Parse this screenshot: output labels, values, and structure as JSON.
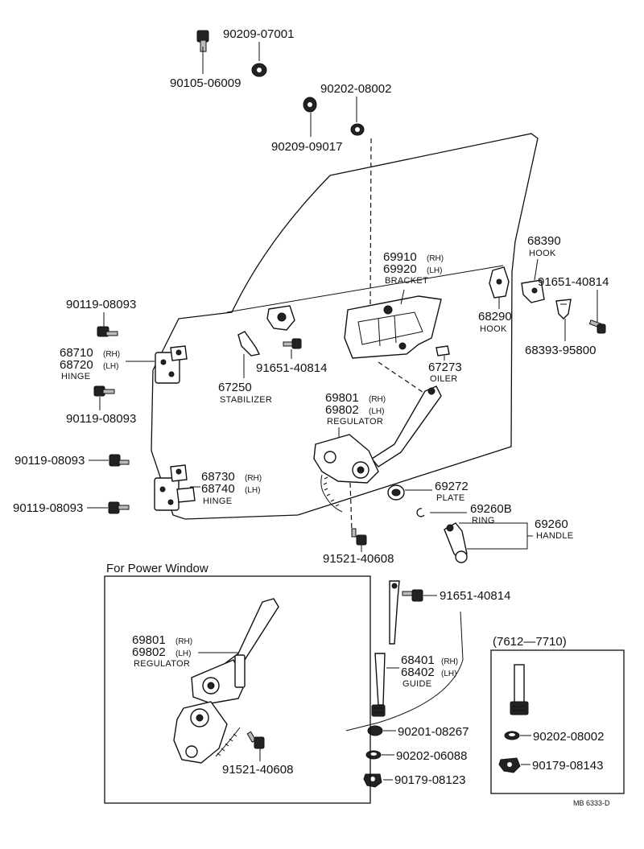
{
  "callouts": {
    "p90209_07001": "90209-07001",
    "p90105_06009": "90105-06009",
    "p90202_08002_top": "90202-08002",
    "p90209_09017": "90209-09017",
    "bracket": {
      "rh": "69910",
      "rh_sfx": "(RH)",
      "lh": "69920",
      "lh_sfx": "(LH)",
      "caption": "BRACKET"
    },
    "hook_top": {
      "num": "68390",
      "caption": "HOOK"
    },
    "p91651_40814_right": "91651-40814",
    "hook_mid": {
      "num": "68290",
      "caption": "HOOK"
    },
    "p68393_95800": "68393-95800",
    "p90119_08093_a": "90119-08093",
    "hinge_upper": {
      "rh": "68710",
      "rh_sfx": "(RH)",
      "lh": "68720",
      "lh_sfx": "(LH)",
      "caption": "HINGE"
    },
    "p91651_40814_mid": "91651-40814",
    "oiler": {
      "num": "67273",
      "caption": "OILER"
    },
    "stabilizer": {
      "num": "67250",
      "caption": "STABILIZER"
    },
    "p90119_08093_b": "90119-08093",
    "regulator": {
      "rh": "69801",
      "rh_sfx": "(RH)",
      "lh": "69802",
      "lh_sfx": "(LH)",
      "caption": "REGULATOR"
    },
    "p90119_08093_c": "90119-08093",
    "hinge_lower": {
      "rh": "68730",
      "rh_sfx": "(RH)",
      "lh": "68740",
      "lh_sfx": "(LH)",
      "caption": "HINGE"
    },
    "p90119_08093_d": "90119-08093",
    "plate": {
      "num": "69272",
      "caption": "PLATE"
    },
    "ring": {
      "num": "69260B",
      "caption": "RING"
    },
    "handle": {
      "num": "69260",
      "caption": "HANDLE"
    },
    "p91521_40608_main": "91521-40608",
    "p91651_40814_guide": "91651-40814",
    "guide": {
      "rh": "68401",
      "rh_sfx": "(RH)",
      "lh": "68402",
      "lh_sfx": "(LH)",
      "caption": "GUIDE"
    },
    "p90201_08267": "90201-08267",
    "p90202_06088": "90202-06088",
    "p90179_08123": "90179-08123"
  },
  "power_window": {
    "title": "For Power Window",
    "regulator": {
      "rh": "69801",
      "rh_sfx": "(RH)",
      "lh": "69802",
      "lh_sfx": "(LH)",
      "caption": "REGULATOR"
    },
    "bolt": "91521-40608"
  },
  "date_range_box": {
    "title": "(7612—7710)",
    "washer": "90202-08002",
    "nut": "90179-08143"
  },
  "footer_code": "MB 6333-D"
}
